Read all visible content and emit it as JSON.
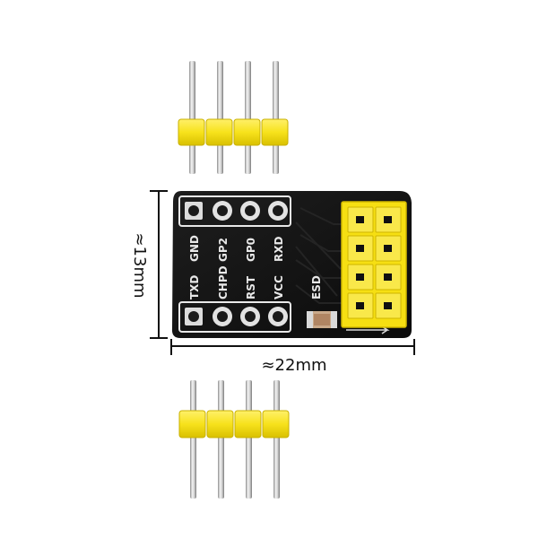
{
  "dimensions": {
    "width": "≈22mm",
    "height": "≈13mm"
  },
  "board": {
    "top_row_labels": [
      "GND",
      "GP2",
      "GP0",
      "RXD"
    ],
    "bottom_row_labels": [
      "TXD",
      "CHPD",
      "RST",
      "VCC"
    ],
    "esd_label": "ESD"
  },
  "colors": {
    "pcb": "#131313",
    "header_plastic": "#f5e11a",
    "silkscreen": "#e8e8e8",
    "pin_metal": "#c9c9c9"
  }
}
